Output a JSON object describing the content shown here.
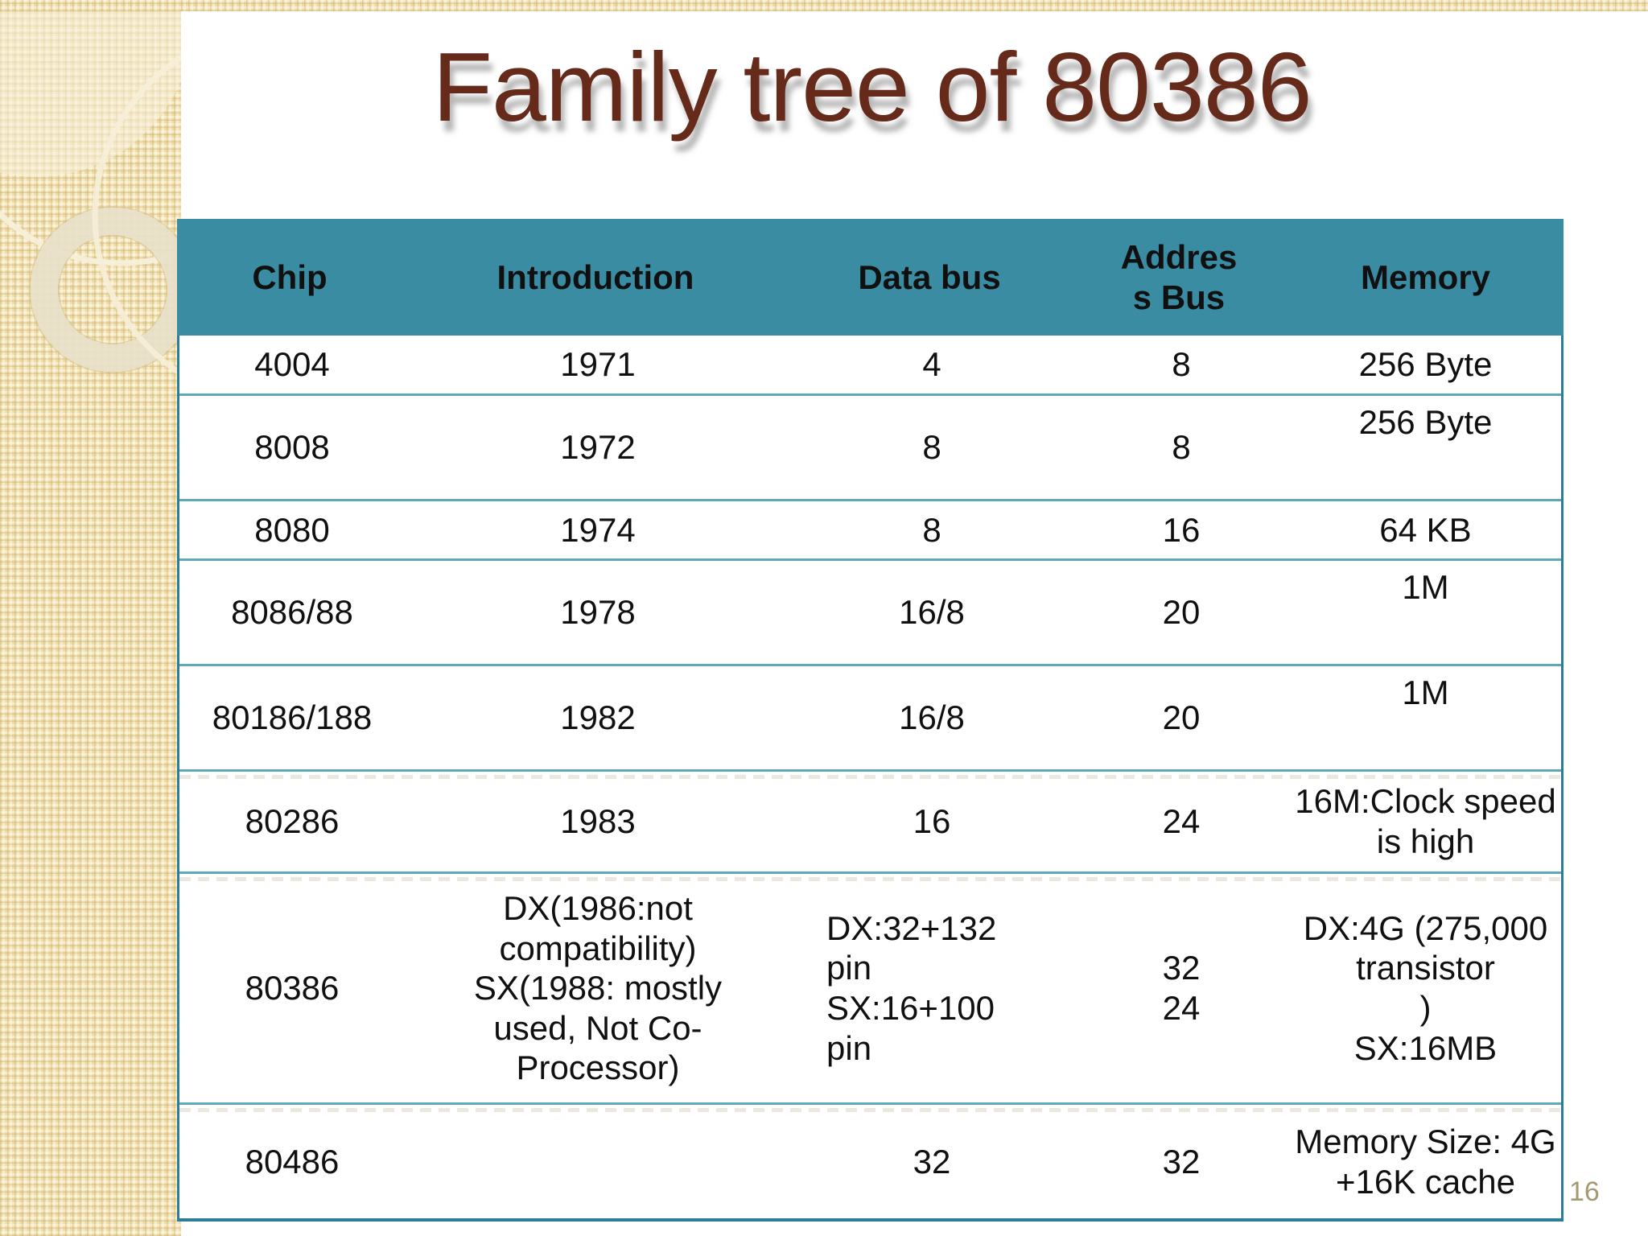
{
  "slide": {
    "title": "Family tree of 80386",
    "page_number": "16"
  },
  "colors": {
    "header_bg": "#3a8ca3",
    "header_text": "#ffffff",
    "title_text": "#662a1b",
    "table_outer_border": "#2c7d95",
    "row_divider": "#5fa8bc",
    "sidebar_base": "#eedcab",
    "page_number": "#a39a73"
  },
  "table": {
    "columns": [
      {
        "id": "chip",
        "label": "Chip"
      },
      {
        "id": "introduction",
        "label": "Introduction"
      },
      {
        "id": "data_bus",
        "label": "Data bus"
      },
      {
        "id": "address_bus",
        "label": "Addres\ns Bus"
      },
      {
        "id": "memory",
        "label": "Memory"
      }
    ],
    "rows": [
      {
        "cells": [
          "4004",
          "1971",
          "4",
          "8",
          "256 Byte"
        ]
      },
      {
        "cells": [
          "8008",
          "1972",
          "8",
          "8",
          "256 Byte"
        ]
      },
      {
        "cells": [
          "8080",
          "1974",
          "8",
          "16",
          "64 KB"
        ]
      },
      {
        "cells": [
          "8086/88",
          "1978",
          "16/8",
          "20",
          "1M"
        ]
      },
      {
        "cells": [
          "80186/188",
          "1982",
          "16/8",
          "20",
          "1M"
        ]
      },
      {
        "cells": [
          "80286",
          "1983",
          "16",
          "24",
          "16M:Clock speed\nis high"
        ]
      },
      {
        "cells": [
          "80386",
          "DX(1986:not\ncompatibility)\nSX(1988: mostly\nused,  Not Co-\nProcessor)",
          "DX:32+132\npin\nSX:16+100\npin",
          "32\n24",
          "DX:4G (275,000\ntransistor\n)\nSX:16MB"
        ]
      },
      {
        "cells": [
          "80486",
          "",
          "32",
          "32",
          "Memory Size: 4G\n+16K cache"
        ]
      }
    ]
  }
}
